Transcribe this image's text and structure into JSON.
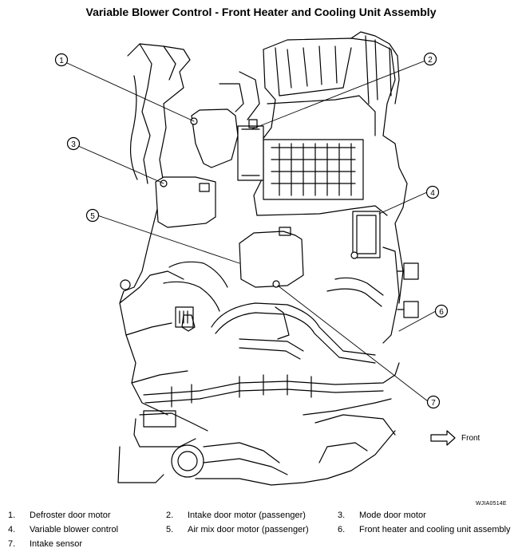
{
  "title": "Variable Blower Control - Front Heater and Cooling Unit Assembly",
  "figure_code": "WJIA0514E",
  "direction_label": "Front",
  "callouts": [
    "1",
    "2",
    "3",
    "4",
    "5",
    "6",
    "7"
  ],
  "legend": [
    {
      "num": "1.",
      "label": "Defroster door motor"
    },
    {
      "num": "2.",
      "label": "Intake door motor (passenger)"
    },
    {
      "num": "3.",
      "label": "Mode door motor"
    },
    {
      "num": "4.",
      "label": "Variable blower control"
    },
    {
      "num": "5.",
      "label": "Air mix door motor (passenger)"
    },
    {
      "num": "6.",
      "label": "Front heater and cooling unit assembly"
    },
    {
      "num": "7.",
      "label": "Intake sensor"
    }
  ]
}
